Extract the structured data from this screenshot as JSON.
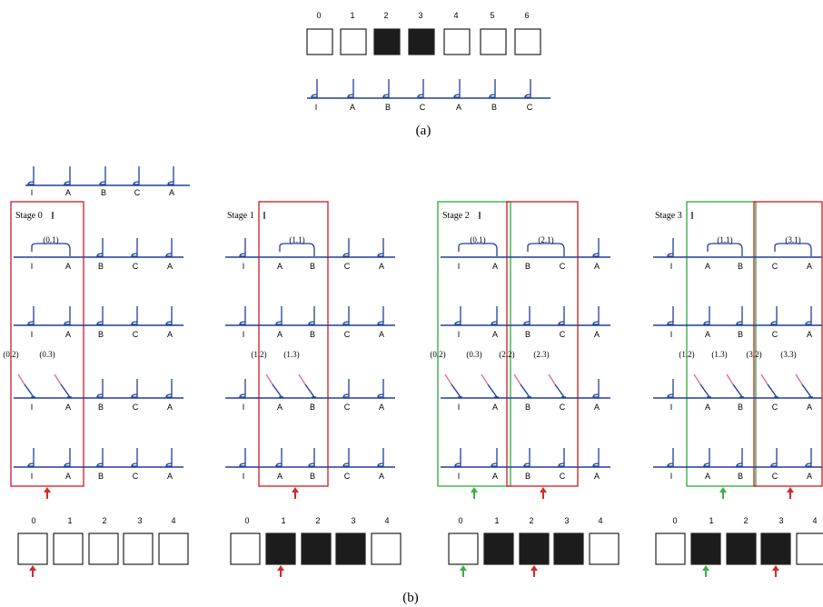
{
  "part_a": {
    "caption": "(a)",
    "cell_indices": [
      "0",
      "1",
      "2",
      "3",
      "4",
      "5",
      "6"
    ],
    "filled_cells": [
      2,
      3
    ],
    "tokens": [
      "I",
      "A",
      "B",
      "C",
      "A",
      "B",
      "C"
    ]
  },
  "part_b": {
    "caption": "(b)",
    "reference_tokens": [
      "I",
      "A",
      "B",
      "C",
      "A"
    ],
    "cell_indices": [
      "0",
      "1",
      "2",
      "3",
      "4"
    ],
    "stages": [
      {
        "label": "Stage 0",
        "tokens": [
          "I",
          "A",
          "B",
          "C",
          "A"
        ],
        "filled_cells": [],
        "green_window": null,
        "red_window": {
          "start": 0,
          "end": 1
        },
        "row2_merges": [
          {
            "start": 0,
            "label": "(0.1)"
          }
        ],
        "row4_labels": [
          {
            "pos": 0,
            "label": "(0.2)"
          },
          {
            "pos": 1,
            "label": "(0.3)"
          }
        ],
        "green_arrow_cell": null,
        "red_arrow_cell": 0
      },
      {
        "label": "Stage 1",
        "tokens": [
          "I",
          "A",
          "B",
          "C",
          "A"
        ],
        "filled_cells": [
          1,
          2,
          3
        ],
        "green_window": null,
        "red_window": {
          "start": 1,
          "end": 2
        },
        "row2_merges": [
          {
            "start": 1,
            "label": "(1.1)"
          }
        ],
        "row4_labels": [
          {
            "pos": 1,
            "label": "(1.2)"
          },
          {
            "pos": 2,
            "label": "(1.3)"
          }
        ],
        "green_arrow_cell": null,
        "red_arrow_cell": 1
      },
      {
        "label": "Stage 2",
        "tokens": [
          "I",
          "A",
          "B",
          "C",
          "A"
        ],
        "filled_cells": [
          1,
          2,
          3
        ],
        "green_window": {
          "start": 0,
          "end": 1
        },
        "red_window": {
          "start": 2,
          "end": 3
        },
        "row2_merges": [
          {
            "start": 0,
            "label": "(0.1)"
          },
          {
            "start": 2,
            "label": "(2.1)"
          }
        ],
        "row4_labels": [
          {
            "pos": 0,
            "label": "(0.2)"
          },
          {
            "pos": 1,
            "label": "(0.3)"
          },
          {
            "pos": 2,
            "label": "(2.2)"
          },
          {
            "pos": 3,
            "label": "(2.3)"
          }
        ],
        "green_arrow_cell": 0,
        "red_arrow_cell": 2
      },
      {
        "label": "Stage 3",
        "tokens": [
          "I",
          "A",
          "B",
          "C",
          "A"
        ],
        "filled_cells": [
          1,
          2,
          3
        ],
        "green_window": {
          "start": 1,
          "end": 2
        },
        "red_window": {
          "start": 3,
          "end": 4
        },
        "row2_merges": [
          {
            "start": 1,
            "label": "(1.1)"
          },
          {
            "start": 3,
            "label": "(3.1)"
          }
        ],
        "row4_labels": [
          {
            "pos": 1,
            "label": "(1.2)"
          },
          {
            "pos": 2,
            "label": "(1.3)"
          },
          {
            "pos": 3,
            "label": "(3.2)"
          },
          {
            "pos": 4,
            "label": "(3.3)"
          }
        ],
        "green_arrow_cell": 1,
        "red_arrow_cell": 3
      }
    ]
  },
  "colors": {
    "line": "#1f3f9a",
    "red": "#d12a2f",
    "green": "#3fae4a",
    "pink": "#e66aa8",
    "fill": "#1c1c1c"
  }
}
